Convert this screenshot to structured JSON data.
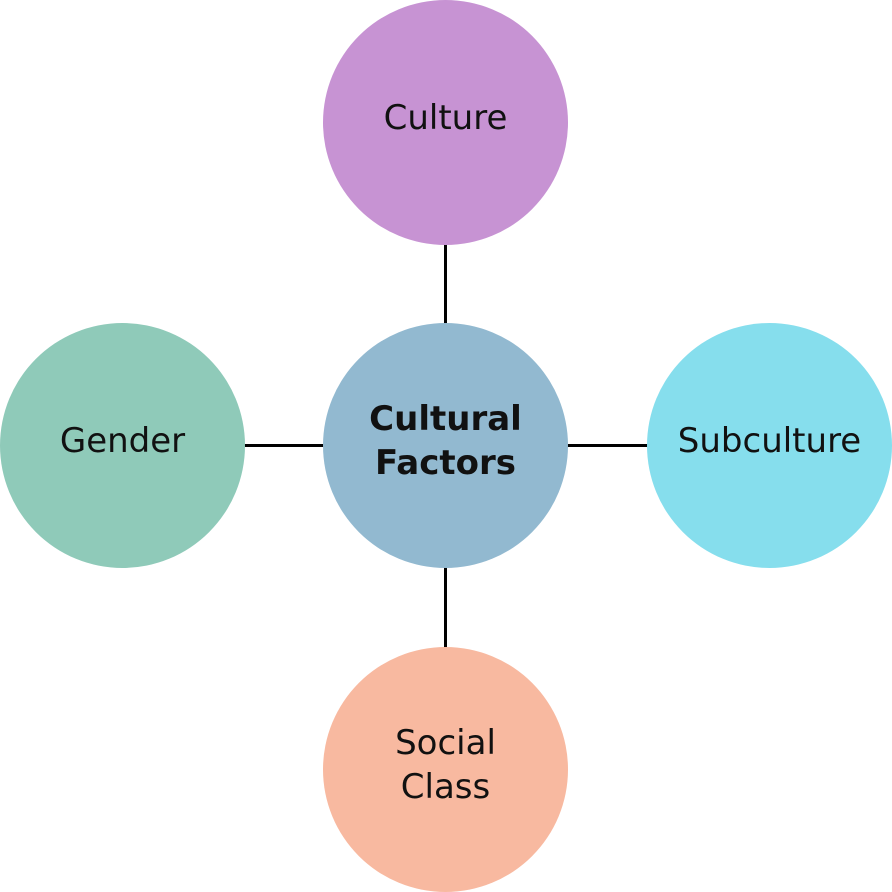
{
  "diagram": {
    "center": {
      "label_line1": "Cultural",
      "label_line2": "Factors",
      "color": "#92b9d0"
    },
    "nodes": {
      "top": {
        "label": "Culture",
        "color": "#c793d3"
      },
      "left": {
        "label": "Gender",
        "color": "#8fcab9"
      },
      "right": {
        "label": "Subculture",
        "color": "#86deed"
      },
      "bottom": {
        "label_line1": "Social",
        "label_line2": "Class",
        "color": "#f8b9a0"
      }
    }
  }
}
